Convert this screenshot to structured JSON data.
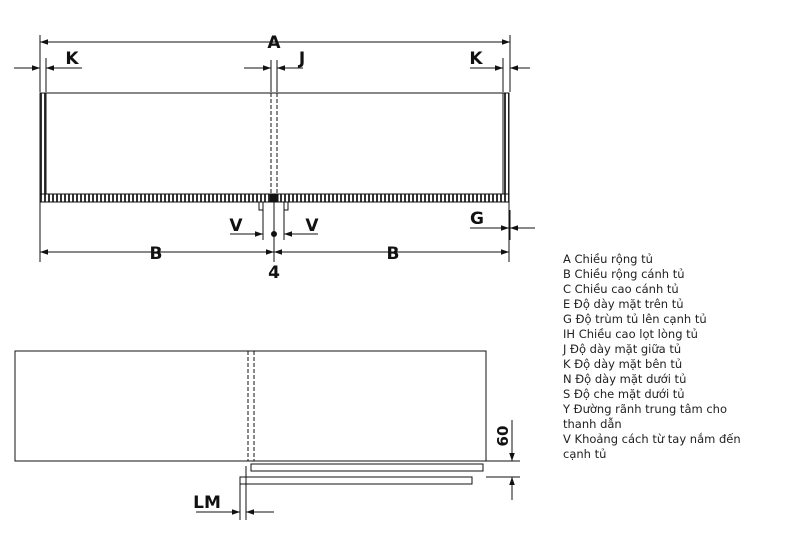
{
  "dimension_labels": {
    "A": "A",
    "K_left": "K",
    "J": "J",
    "K_right": "K",
    "G": "G",
    "V_left": "V",
    "V_right": "V",
    "B_left": "B",
    "B_right": "B",
    "four": "4",
    "sixty": "60",
    "LM": "LM"
  },
  "legend": [
    "A Chiều rộng tủ",
    "B Chiều rộng cánh tủ",
    "C Chiều cao cánh tủ",
    "E Độ dày mặt trên tủ",
    "G Độ trùm tủ lên cạnh tủ",
    "IH Chiều cao lọt lòng tủ",
    "J Độ dày mặt giữa tủ",
    "K Độ dày mặt bên tủ",
    "N Độ dày mặt dưới tủ",
    "S Độ che mặt dưới tủ",
    "Y Đường rãnh trung tâm cho thanh dẫn",
    "V Khoảng cách từ tay nắm đến cạnh tủ"
  ]
}
